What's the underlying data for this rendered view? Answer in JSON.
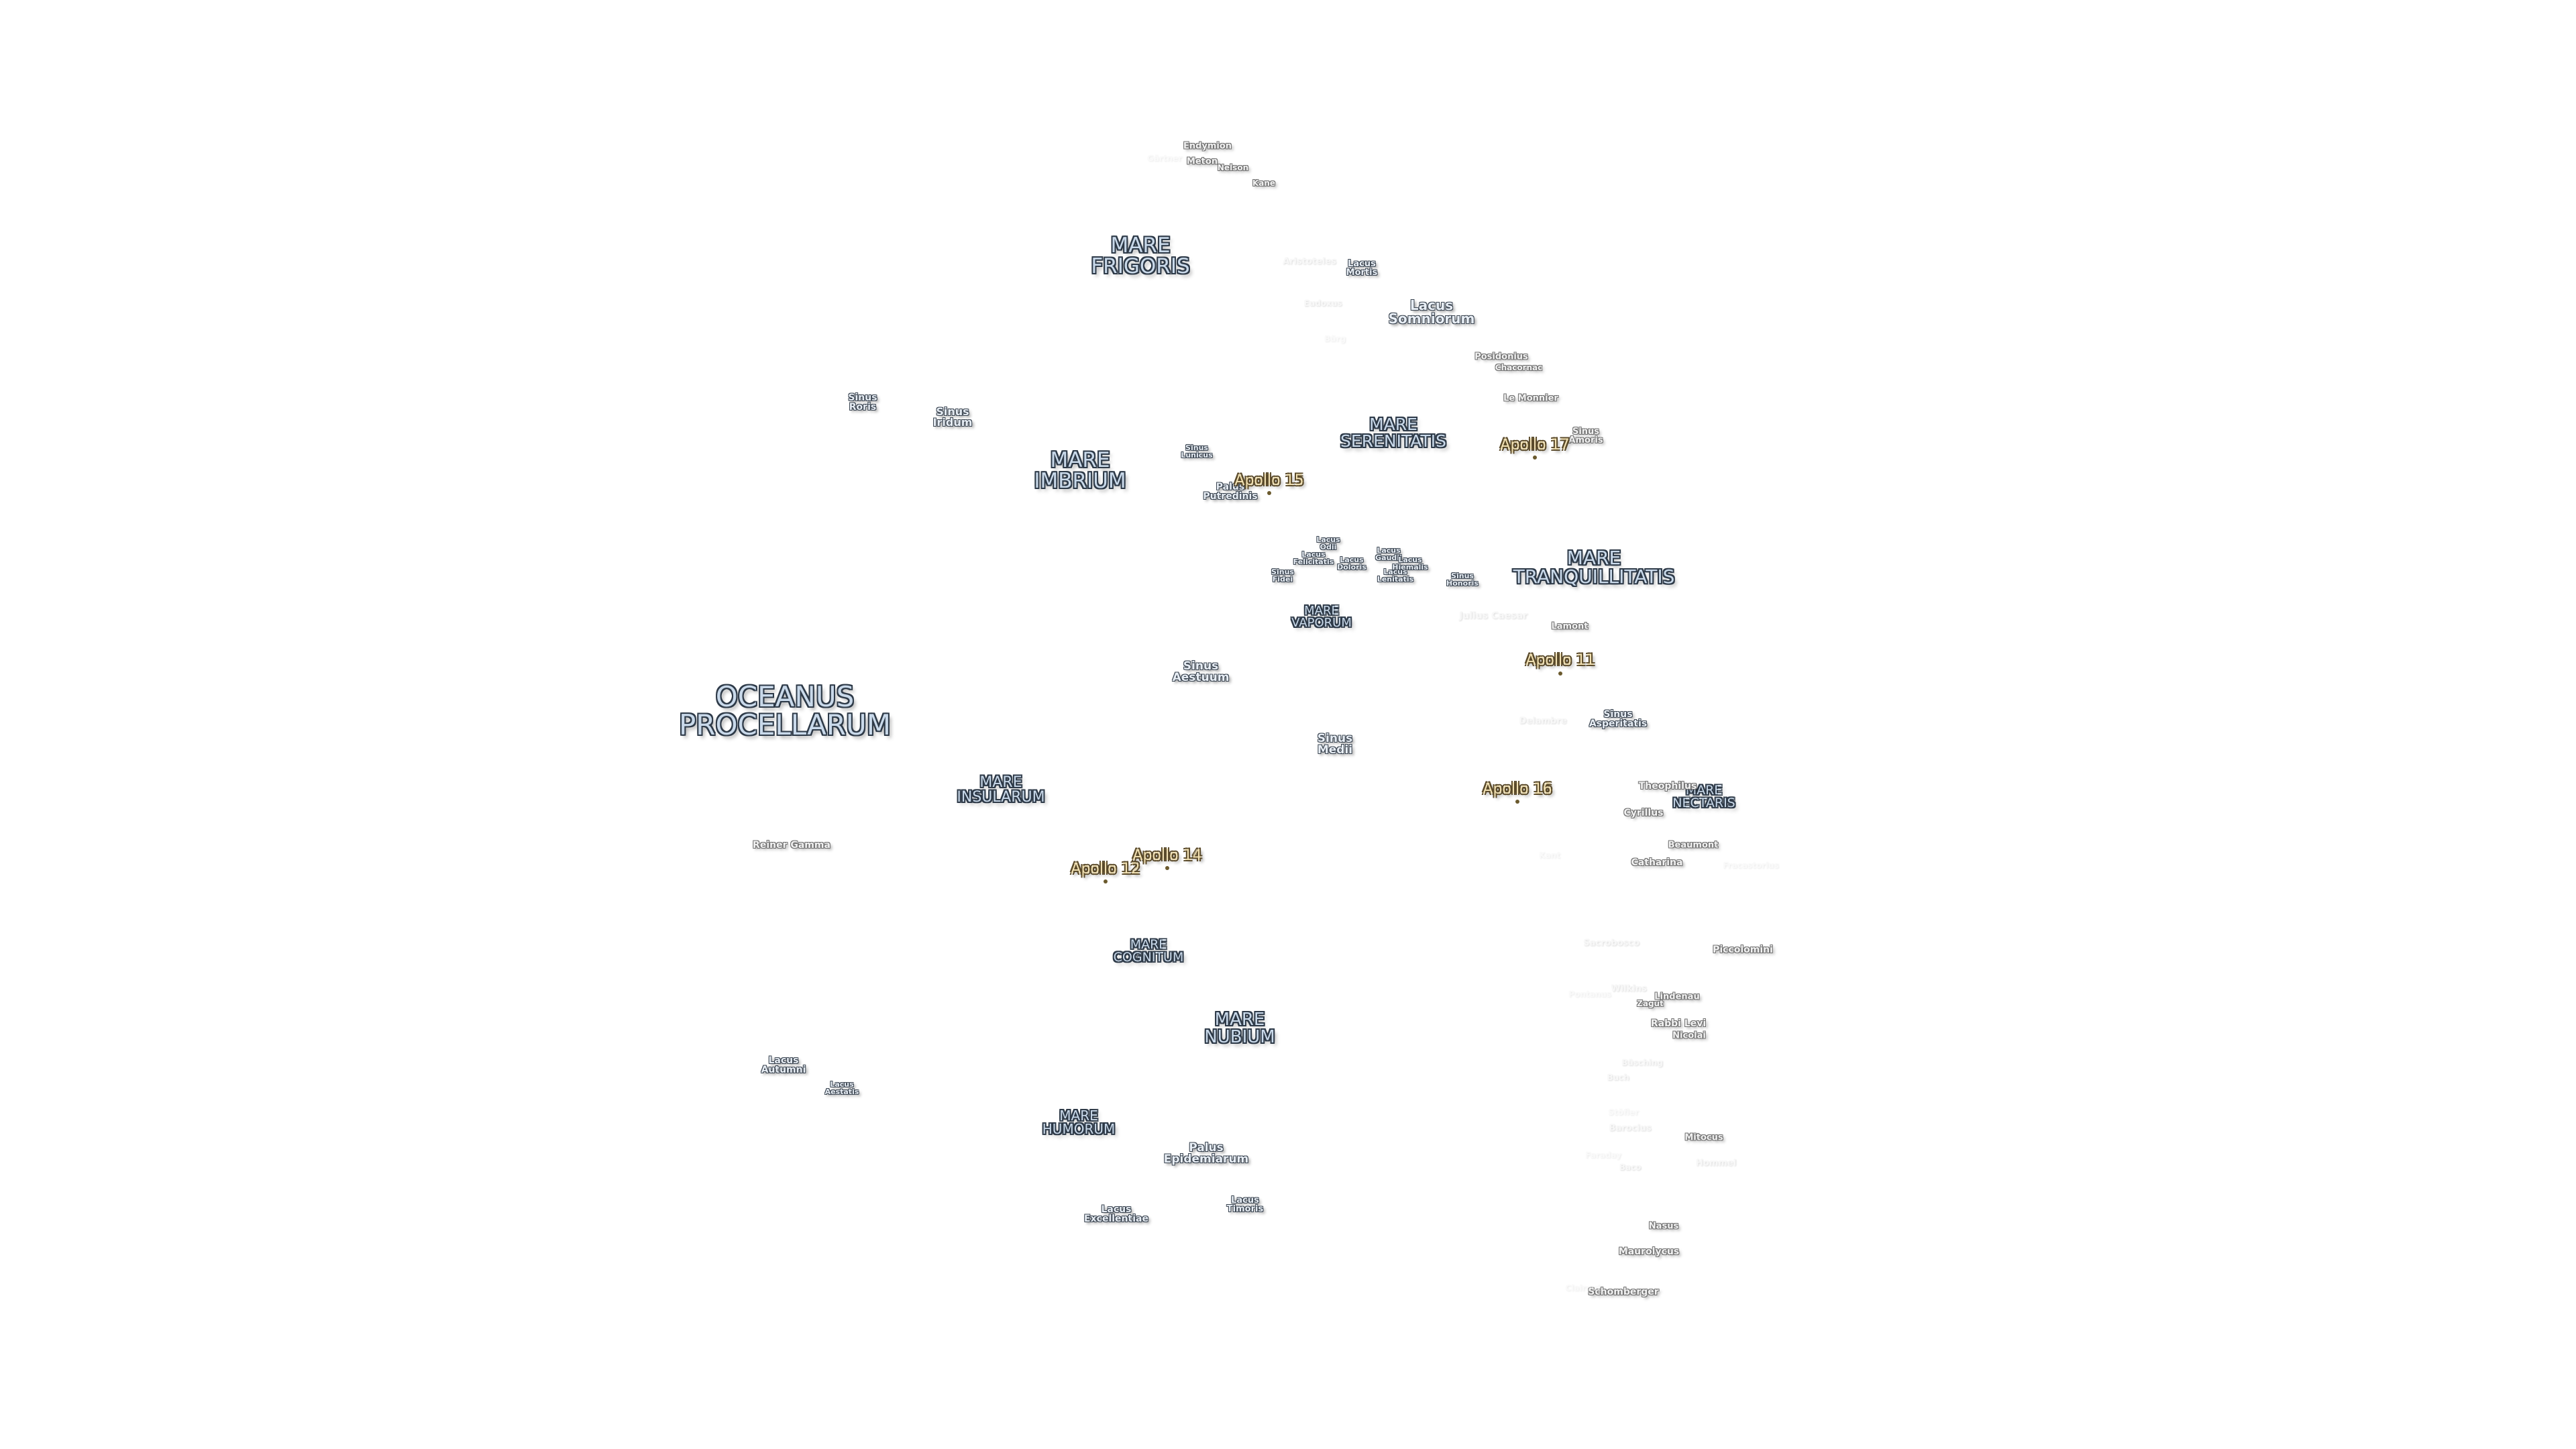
{
  "labels": {
    "maria": {
      "oceanus_procellarum": "OCEANUS\nPROCELLARUM",
      "mare_frigoris": "MARE\nFRIGORIS",
      "mare_imbrium": "MARE\nIMBRIUM",
      "mare_serenitatis": "MARE\nSERENITATIS",
      "mare_tranquillitatis": "MARE\nTRANQUILLITATIS",
      "mare_vaporum": "MARE\nVAPORUM",
      "mare_insularum": "MARE\nINSULARUM",
      "mare_nectaris": "MARE\nNECTARIS",
      "mare_cognitum": "MARE\nCOGNITUM",
      "mare_nubium": "MARE\nNUBIUM",
      "mare_humorum": "MARE\nHUMORUM"
    },
    "features": {
      "lacus_somniorum": "Lacus\nSomniorum",
      "lacus_mortis": "Lacus\nMortis",
      "sinus_roris": "Sinus\nRoris",
      "sinus_iridum": "Sinus\nIridum",
      "sinus_lunicus": "Sinus\nLunicus",
      "palus_putredinis": "Palus\nPutredinis",
      "sinus_amoris": "Sinus\nAmoris",
      "lacus_odii": "Lacus\nOdii",
      "lacus_felicitatis": "Lacus\nFelicitatis",
      "lacus_doloris": "Lacus\nDoloris",
      "lacus_gaudii": "Lacus\nGaudii",
      "lacus_hiemalis": "Lacus\nHiemalis",
      "lacus_lenitatis": "Lacus\nLenitatis",
      "sinus_fidei": "Sinus\nFidei",
      "sinus_honoris": "Sinus\nHonoris",
      "sinus_aestuum": "Sinus\nAestuum",
      "sinus_medii": "Sinus\nMedii",
      "sinus_asperitatis": "Sinus\nAsperitatis",
      "lacus_autumni": "Lacus\nAutumni",
      "lacus_aestatis": "Lacus\nAestatis",
      "palus_epidemiarum": "Palus\nEpidemiarum",
      "lacus_excellentiae": "Lacus\nExcellentiae",
      "lacus_timoris": "Lacus\nTimoris"
    },
    "craters": {
      "endymion": "Endymion",
      "meton": "Meton",
      "nelson": "Nelson",
      "kane": "Kane",
      "aristoteles": "Aristoteles",
      "eudoxus": "Eudoxus",
      "posidonius": "Posidonius",
      "chacornac": "Chacornac",
      "le_monnier": "Le Monnier",
      "lamont": "Lamont",
      "julius_caesar": "Julius Caesar",
      "delambre": "Delambre",
      "theophilus": "Theophilus",
      "cyrillus": "Cyrillus",
      "beaumont": "Beaumont",
      "catharina": "Catharina",
      "reiner_gamma": "Reiner Gamma",
      "sacrobosco": "Sacrobosco",
      "piccolomini": "Piccolomini",
      "wilkins": "Wilkins",
      "lindenau": "Lindenau",
      "zagut": "Zagut",
      "rabbi_levi": "Rabbi Levi",
      "nicolai": "Nicolai",
      "bluching": "Büsching",
      "buch": "Buch",
      "barocius": "Barocius",
      "mitocus": "Mitocus",
      "baco": "Baco",
      "hommel": "Hommel",
      "nasus": "Nasus",
      "maurolycus": "Maurolycus",
      "schomberger": "Schomberger"
    },
    "faint": {
      "f1": "Gärtner",
      "f2": "Bürg",
      "f3": "Kant",
      "f4": "Fracastorius",
      "f5": "Pontanus",
      "f6": "Stöfler",
      "f7": "Faraday",
      "f8": "Clairaut"
    },
    "apollo": {
      "a11": "Apollo 11",
      "a12": "Apollo 12",
      "a14": "Apollo 14",
      "a15": "Apollo 15",
      "a16": "Apollo 16",
      "a17": "Apollo 17"
    }
  },
  "colors": {
    "background": "#ffffff",
    "mare_fill": "#c9d9ea",
    "apollo_fill": "#f3e2b3"
  }
}
